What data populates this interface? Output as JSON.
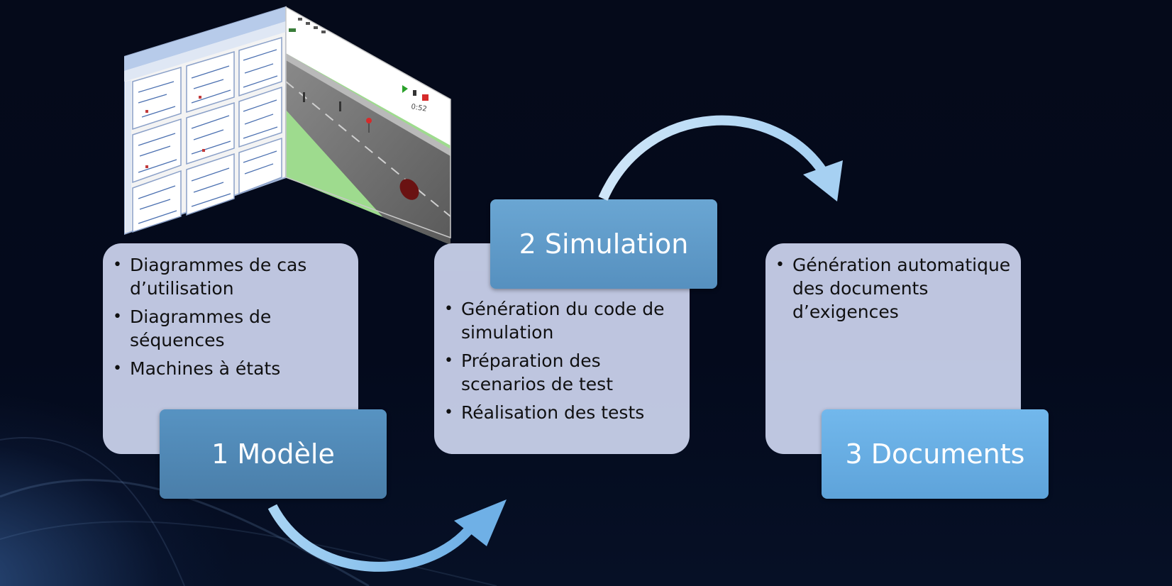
{
  "steps": [
    {
      "label": "1 Modèle",
      "items": [
        "Diagrammes de cas d’utilisation",
        "Diagrammes de séquences",
        "Machines à états"
      ]
    },
    {
      "label": "2 Simulation",
      "items": [
        "Génération du code de simulation",
        "Préparation des scenarios de test",
        "Réalisation des tests"
      ]
    },
    {
      "label": "3 Documents",
      "items": [
        "Génération automatique des documents d’exigences"
      ]
    }
  ],
  "screenshot": {
    "simulation_time": "0:52"
  },
  "colors": {
    "card": "#c4cce6",
    "label_dark": "#4f86b3",
    "label_light": "#66a9dd",
    "arrow": "#8cc4ee"
  }
}
